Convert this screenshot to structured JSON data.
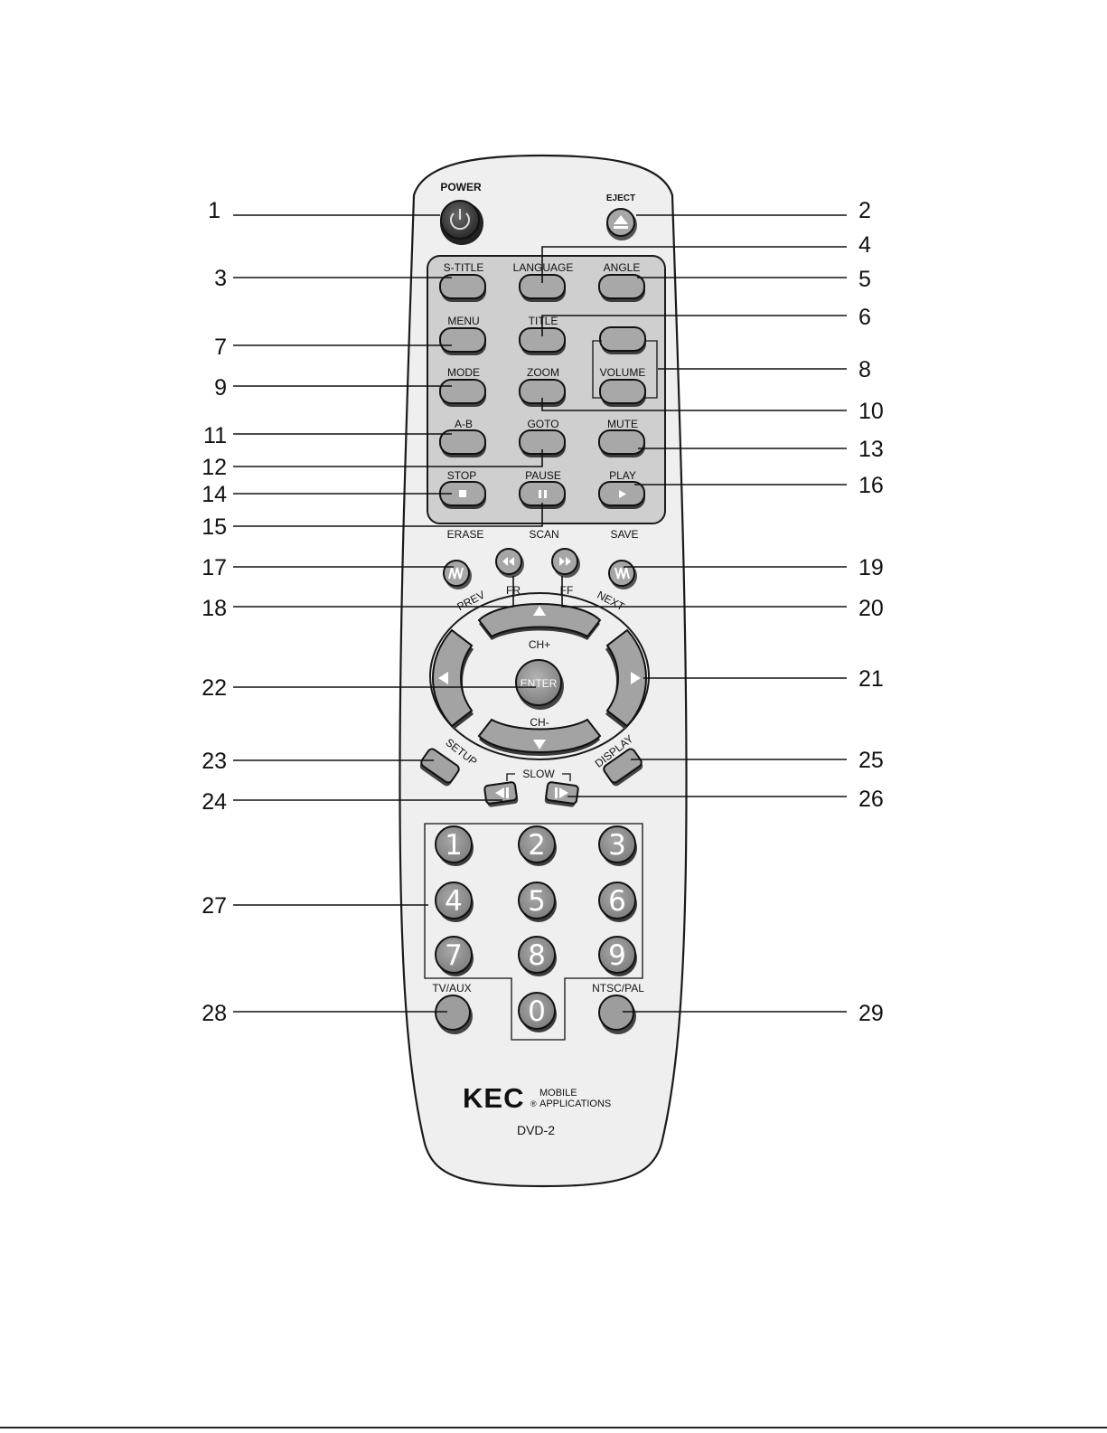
{
  "remote": {
    "brand": "KEC",
    "brand_sub_1": "MOBILE",
    "brand_sub_2": "APPLICATIONS",
    "registered_mark": "®",
    "model": "DVD-2"
  },
  "labels": {
    "power": "POWER",
    "eject": "EJECT",
    "s_title": "S-TITLE",
    "language": "LANGUAGE",
    "angle": "ANGLE",
    "menu": "MENU",
    "title": "TITLE",
    "mode": "MODE",
    "zoom": "ZOOM",
    "volume": "VOLUME",
    "ab": "A-B",
    "goto": "GOTO",
    "mute": "MUTE",
    "stop": "STOP",
    "pause": "PAUSE",
    "play": "PLAY",
    "erase": "ERASE",
    "scan": "SCAN",
    "save": "SAVE",
    "prev": "PREV",
    "fr": "FR",
    "ff": "FF",
    "next": "NEXT",
    "ch_plus": "CH+",
    "ch_minus": "CH-",
    "enter": "ENTER",
    "setup": "SETUP",
    "display": "DISPLAY",
    "slow": "SLOW",
    "tv_aux": "TV/AUX",
    "ntsc_pal": "NTSC/PAL"
  },
  "digits": [
    "1",
    "2",
    "3",
    "4",
    "5",
    "6",
    "7",
    "8",
    "9",
    "0"
  ],
  "callouts": [
    "1",
    "2",
    "3",
    "4",
    "5",
    "6",
    "7",
    "8",
    "9",
    "10",
    "11",
    "12",
    "13",
    "14",
    "15",
    "16",
    "17",
    "18",
    "19",
    "20",
    "21",
    "22",
    "23",
    "24",
    "25",
    "26",
    "27",
    "28",
    "29"
  ]
}
